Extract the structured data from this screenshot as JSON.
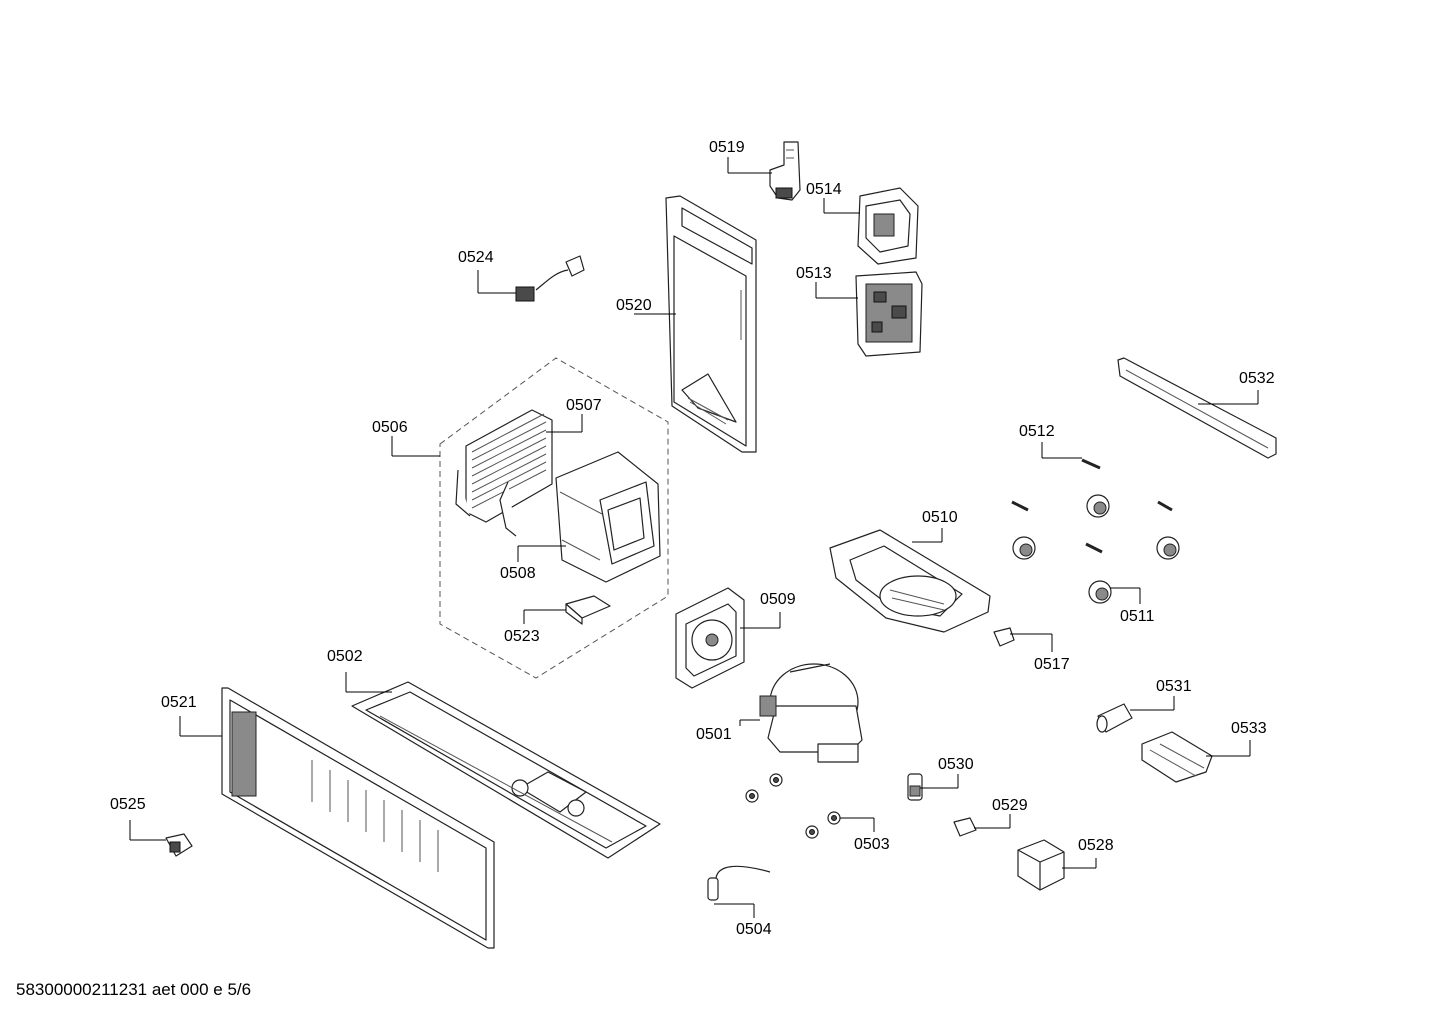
{
  "diagram": {
    "labels": {
      "p0501": "0501",
      "p0502": "0502",
      "p0503": "0503",
      "p0504": "0504",
      "p0506": "0506",
      "p0507": "0507",
      "p0508": "0508",
      "p0509": "0509",
      "p0510": "0510",
      "p0511": "0511",
      "p0512": "0512",
      "p0513": "0513",
      "p0514": "0514",
      "p0517": "0517",
      "p0519": "0519",
      "p0520": "0520",
      "p0521": "0521",
      "p0523": "0523",
      "p0524": "0524",
      "p0525": "0525",
      "p0528": "0528",
      "p0529": "0529",
      "p0530": "0530",
      "p0531": "0531",
      "p0532": "0532",
      "p0533": "0533"
    }
  },
  "footer": {
    "text": "58300000211231 aet 000 e 5/6"
  }
}
